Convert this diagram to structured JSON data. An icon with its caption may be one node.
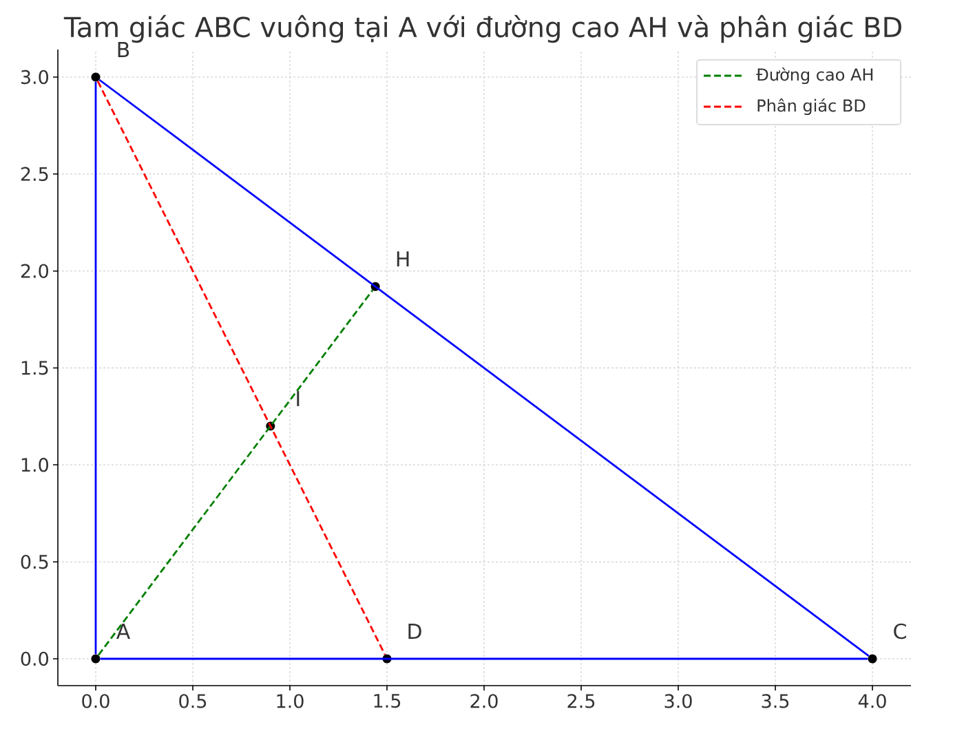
{
  "diagram": {
    "title": "Tam giác ABC vuông tại A với đường cao AH và phân giác BD",
    "nodes": [
      {
        "text": [
          "A"
        ]
      },
      {
        "text": [
          "B"
        ]
      },
      {
        "text": [
          "C"
        ]
      },
      {
        "text": [
          "H"
        ]
      },
      {
        "text": [
          "D"
        ]
      },
      {
        "text": [
          "I"
        ]
      }
    ],
    "edges": [
      {
        "from": 0,
        "to": 1,
        "arrow": "none"
      },
      {
        "from": 1,
        "to": 2,
        "arrow": "none"
      },
      {
        "from": 0,
        "to": 2,
        "arrow": "none"
      },
      {
        "from": 0,
        "to": 3,
        "arrow": "none",
        "style": "dashed",
        "color": "#008000"
      },
      {
        "from": 1,
        "to": 4,
        "arrow": "none",
        "style": "dashed",
        "color": "#ff0000"
      }
    ],
    "labels": [
      "3.0",
      "2.5",
      "2.0",
      "1.5",
      "1.0",
      "0.5",
      "0.0",
      "0.0",
      "0.5",
      "1.0",
      "1.5",
      "2.0",
      "2.5",
      "3.0",
      "3.5",
      "4.0"
    ],
    "legend": [
      {
        "text": "Đường cao AH"
      },
      {
        "text": "Phân giác BD"
      }
    ]
  }
}
